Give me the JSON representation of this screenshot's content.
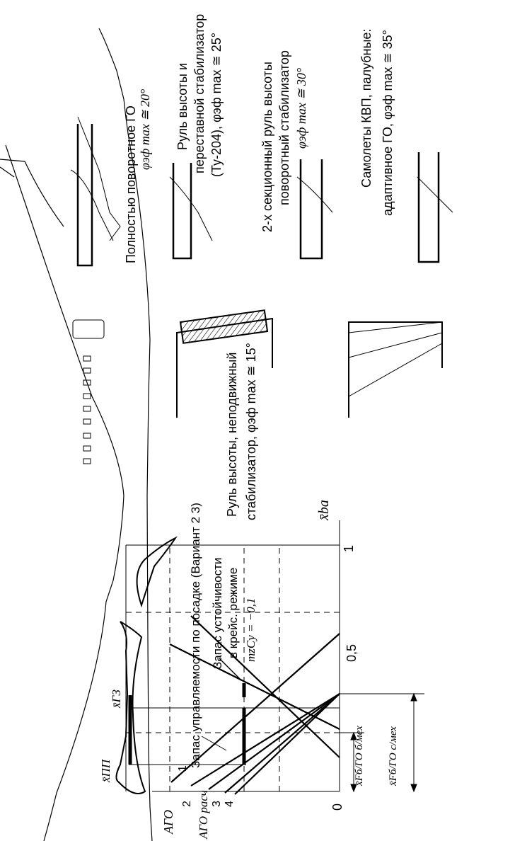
{
  "labels": {
    "panel_full": "Полностью поворотное ГО",
    "panel_full_phi": "φэф max ≅ 20°",
    "panel_trim_1": "Руль высоты и",
    "panel_trim_2": "переставной стабилизатор",
    "panel_trim_3": "(Ту-204), φэф max ≅ 25°",
    "panel_2sec_1": "2-х секционный руль высоты",
    "panel_2sec_2": "поворотный стабилизатор",
    "panel_2sec_phi": "φэф max ≅ 30°",
    "panel_kvp_1": "Самолеты КВП, палубные:",
    "panel_kvp_2": "адаптивное ГО, φэф max ≅ 35°",
    "fixed_1": "Руль высоты, неподвижный",
    "fixed_2": "стабилизатор, φэф max ≅ 15°",
    "landing": "Запас управляемости по посадке (Вариант 2   3)",
    "cruise_1": "Запас устойчивости",
    "cruise_2": "в крейс. режиме",
    "cruise_3": "mzCy = −0,1",
    "axis_x": "x̄ba",
    "tick_0": "0",
    "tick_05": "0,5",
    "tick_1": "1",
    "a_go": "AГО",
    "a_go_calc": "AГО расч",
    "line_1": "1",
    "line_2": "2",
    "line_3": "3",
    "line_4": "4",
    "x_pp": "x̄ПП",
    "x_gz": "x̄ГЗ",
    "xf_6": "x̄Fб/ГО б/мех",
    "xf_c": "x̄Fб/ГО с/мех",
    "windows_row": "○○○○○○  ○○○○"
  },
  "colors": {
    "ink": "#000000",
    "background": "#ffffff"
  }
}
